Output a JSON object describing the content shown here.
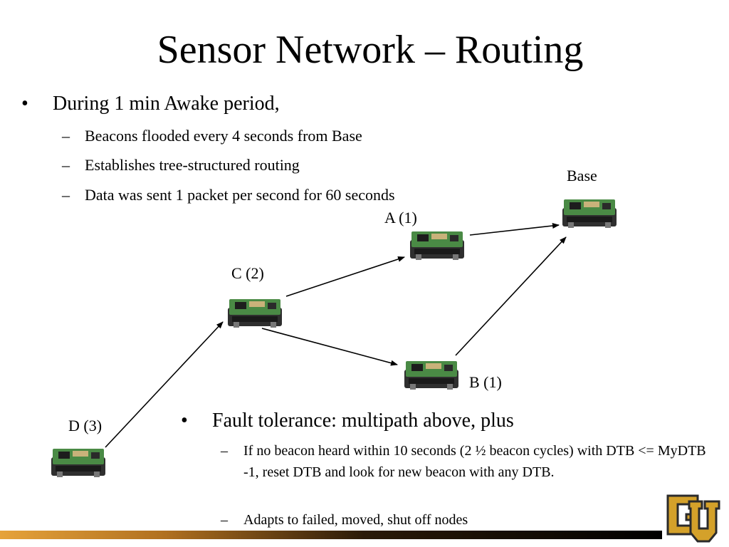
{
  "slide": {
    "title": "Sensor Network – Routing",
    "bullets_top": {
      "main": "During 1 min Awake period,",
      "subs": [
        "Beacons flooded every 4 seconds from Base",
        "Establishes tree-structured routing",
        "Data was sent 1 packet per second for 60 seconds"
      ]
    },
    "bullets_bottom": {
      "main": "Fault tolerance: multipath above, plus",
      "subs": [
        "If no beacon heard within 10 seconds (2 ½ beacon cycles) with DTB <= MyDTB -1, reset DTB and look for new beacon with any DTB.",
        "Adapts to failed, moved, shut off nodes"
      ]
    },
    "markers": {
      "bullet": "•",
      "dash": "–"
    }
  },
  "diagram": {
    "nodes": [
      {
        "id": "base",
        "label": "Base"
      },
      {
        "id": "a",
        "label": "A (1)"
      },
      {
        "id": "c",
        "label": "C (2)"
      },
      {
        "id": "b",
        "label": "B (1)"
      },
      {
        "id": "d",
        "label": "D (3)"
      }
    ],
    "edges": [
      {
        "from": "d",
        "to": "c"
      },
      {
        "from": "c",
        "to": "a"
      },
      {
        "from": "c",
        "to": "b"
      },
      {
        "from": "a",
        "to": "base"
      },
      {
        "from": "b",
        "to": "base"
      }
    ]
  },
  "theme": {
    "logo_gold": "#d4a12a",
    "logo_dark": "#2b2b2b",
    "board_green": "#3f7a3a",
    "board_dark": "#333333"
  }
}
